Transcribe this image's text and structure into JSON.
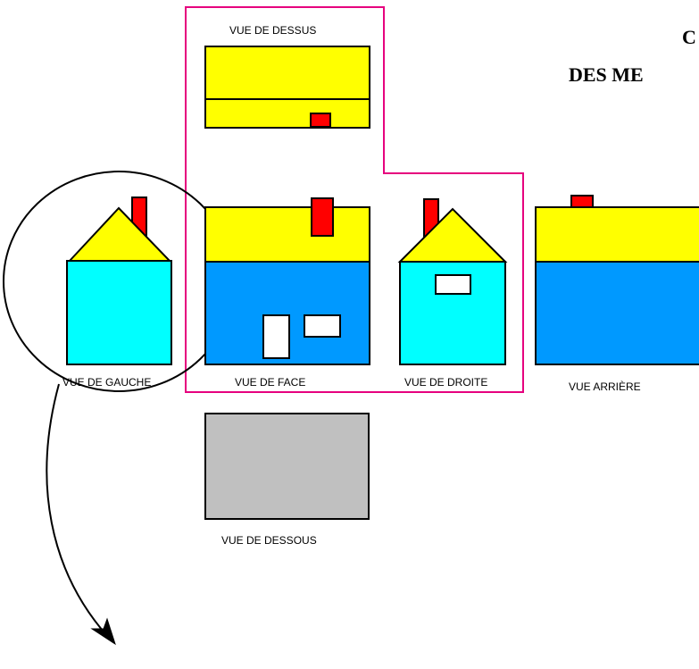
{
  "title": {
    "line1": "C",
    "line2": "DES ME"
  },
  "views": {
    "top": "VUE DE DESSUS",
    "left": "VUE DE GAUCHE",
    "front": "VUE DE FACE",
    "right": "VUE DE DROITE",
    "back": "VUE ARRIÈRE",
    "bottom": "VUE DE DESSOUS"
  },
  "colors": {
    "roof": "#ffff00",
    "wall_side": "#00ffff",
    "wall_front": "#0099ff",
    "chimney": "#ff0000",
    "window": "#ffffff",
    "underside": "#c0c0c0",
    "highlight_frame": "#e6007e",
    "outline": "#000000"
  }
}
